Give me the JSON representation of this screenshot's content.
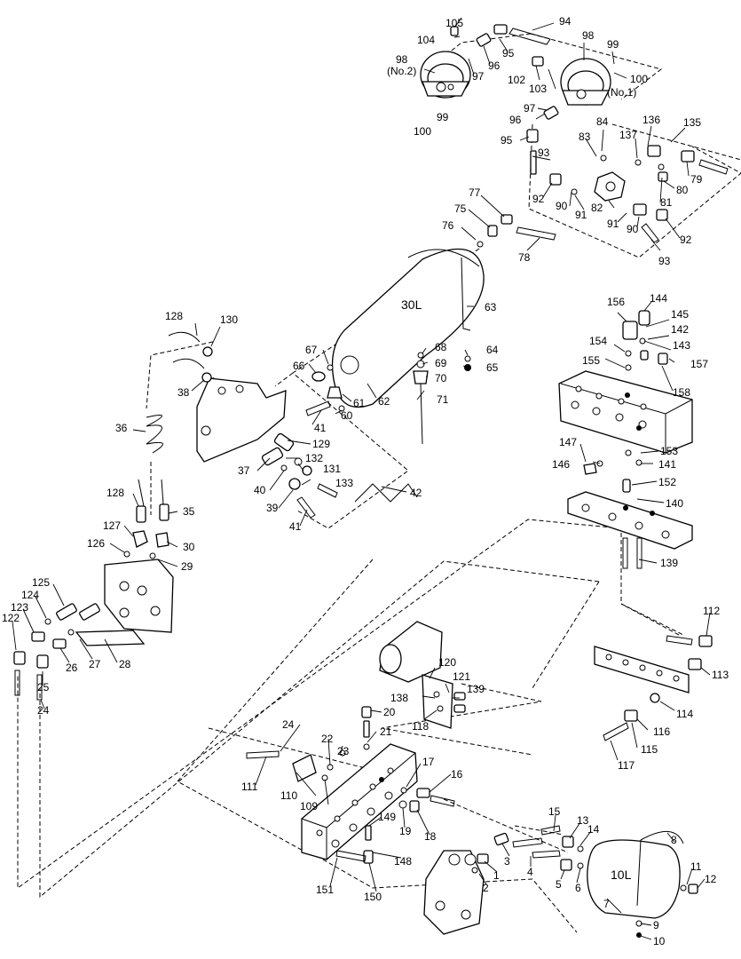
{
  "tank_labels": {
    "tank_30l": "30L",
    "tank_10l": "10L"
  },
  "chamber_labels": {
    "no2": "(No.2)",
    "no1": "(No.1)"
  },
  "callouts": {
    "c1": "1",
    "c2": "2",
    "c3": "3",
    "c4": "4",
    "c5": "5",
    "c6": "6",
    "c7": "7",
    "c8": "8",
    "c9": "9",
    "c10": "10",
    "c11": "11",
    "c12": "12",
    "c13": "13",
    "c14": "14",
    "c15": "15",
    "c16": "16",
    "c17": "17",
    "c18": "18",
    "c19": "19",
    "c20": "20",
    "c21": "21",
    "c22": "22",
    "c23": "23",
    "c24a": "24",
    "c24b": "24",
    "c25": "25",
    "c26": "26",
    "c27": "27",
    "c28": "28",
    "c29": "29",
    "c30": "30",
    "c35": "35",
    "c36": "36",
    "c37": "37",
    "c38": "38",
    "c39": "39",
    "c40": "40",
    "c41a": "41",
    "c41b": "41",
    "c42": "42",
    "c60": "60",
    "c61": "61",
    "c62": "62",
    "c63": "63",
    "c64": "64",
    "c65": "65",
    "c66": "66",
    "c67": "67",
    "c68": "68",
    "c69": "69",
    "c70": "70",
    "c71": "71",
    "c75": "75",
    "c76": "76",
    "c77": "77",
    "c78": "78",
    "c79": "79",
    "c80": "80",
    "c81": "81",
    "c82": "82",
    "c83": "83",
    "c84": "84",
    "c90a": "90",
    "c90b": "90",
    "c91a": "91",
    "c91b": "91",
    "c92a": "92",
    "c92b": "92",
    "c93a": "93",
    "c93b": "93",
    "c94": "94",
    "c95a": "95",
    "c95b": "95",
    "c96a": "96",
    "c96b": "96",
    "c97a": "97",
    "c97b": "97",
    "c98a": "98",
    "c98b": "98",
    "c99a": "99",
    "c99b": "99",
    "c100a": "100",
    "c100b": "100",
    "c102": "102",
    "c103": "103",
    "c104": "104",
    "c105": "105",
    "c109": "109",
    "c110": "110",
    "c111": "111",
    "c112": "112",
    "c113": "113",
    "c114": "114",
    "c115": "115",
    "c116": "116",
    "c117": "117",
    "c118": "118",
    "c120": "120",
    "c121": "121",
    "c122": "122",
    "c123": "123",
    "c124": "124",
    "c125": "125",
    "c126": "126",
    "c127": "127",
    "c128a": "128",
    "c128b": "128",
    "c129": "129",
    "c130": "130",
    "c131": "131",
    "c132": "132",
    "c133": "133",
    "c135": "135",
    "c136": "136",
    "c137": "137",
    "c138": "138",
    "c139a": "139",
    "c139b": "139",
    "c140": "140",
    "c141": "141",
    "c142": "142",
    "c143": "143",
    "c144": "144",
    "c145": "145",
    "c146": "146",
    "c147": "147",
    "c148": "148",
    "c149": "149",
    "c150": "150",
    "c151": "151",
    "c152": "152",
    "c153": "153",
    "c154": "154",
    "c155": "155",
    "c156": "156",
    "c157": "157",
    "c158": "158"
  }
}
